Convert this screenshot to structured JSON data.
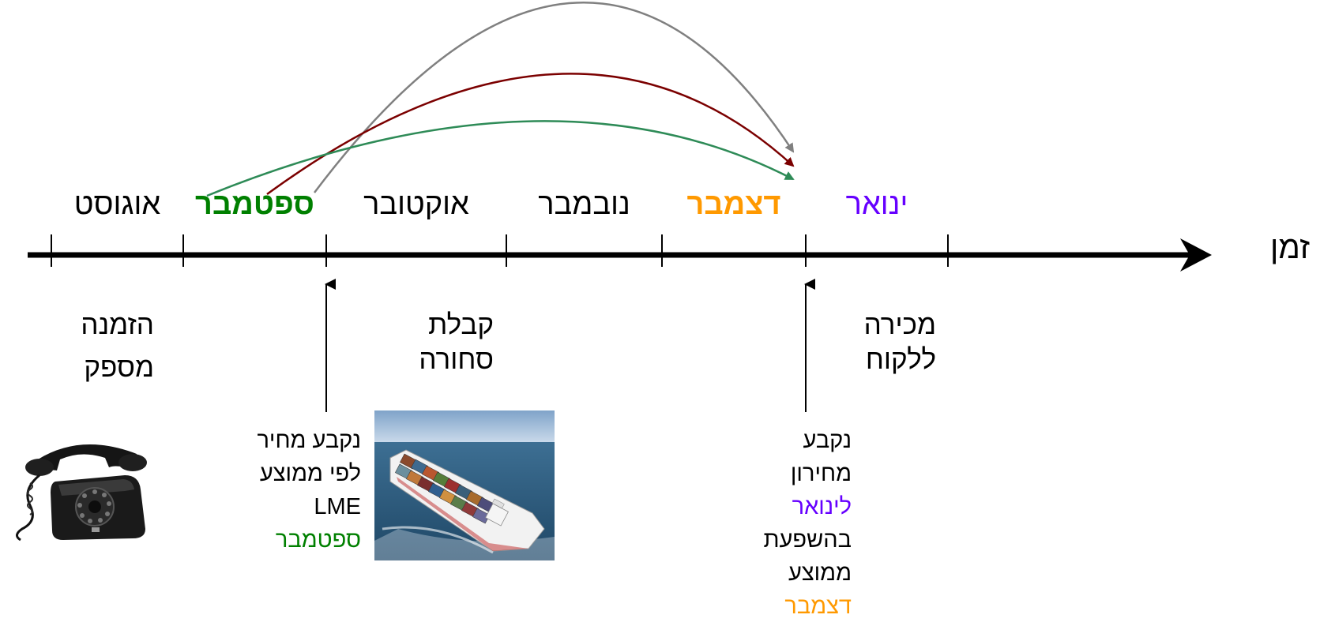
{
  "axis": {
    "label": "זמן"
  },
  "months": [
    {
      "key": "august",
      "label": "אוגוסט",
      "color": "#000000",
      "bold": false
    },
    {
      "key": "september",
      "label": "ספטמבר",
      "color": "#008000",
      "bold": true
    },
    {
      "key": "october",
      "label": "אוקטובר",
      "color": "#000000",
      "bold": false
    },
    {
      "key": "november",
      "label": "נובמבר",
      "color": "#000000",
      "bold": false
    },
    {
      "key": "december",
      "label": "דצמבר",
      "color": "#FF9900",
      "bold": true
    },
    {
      "key": "january",
      "label": "ינואר",
      "color": "#6600FF",
      "bold": false
    }
  ],
  "events": {
    "order": {
      "line1": "הזמנה",
      "line2": "מספק"
    },
    "receipt": {
      "line1": "קבלת",
      "line2": "סחורה"
    },
    "sale": {
      "line1": "מכירה",
      "line2": "ללקוח"
    }
  },
  "notes": {
    "september_price": {
      "line1": "נקבע מחיר",
      "line2": "לפי ממוצע",
      "line3": "LME",
      "line4": "ספטמבר"
    },
    "january_price": {
      "line1": "נקבע",
      "line2": "מחירון",
      "line3": "לינואר",
      "line4": "בהשפעת",
      "line5": "ממוצע",
      "line6": "דצמבר"
    }
  },
  "colors": {
    "axis": "#000000",
    "september": "#008000",
    "december": "#FF9900",
    "january": "#6600FF",
    "arc_green": "#2E8B57",
    "arc_darkred": "#7B0000",
    "arc_gray": "#808080"
  },
  "icons": {
    "phone": "telephone-icon",
    "ship": "container-ship-photo"
  }
}
